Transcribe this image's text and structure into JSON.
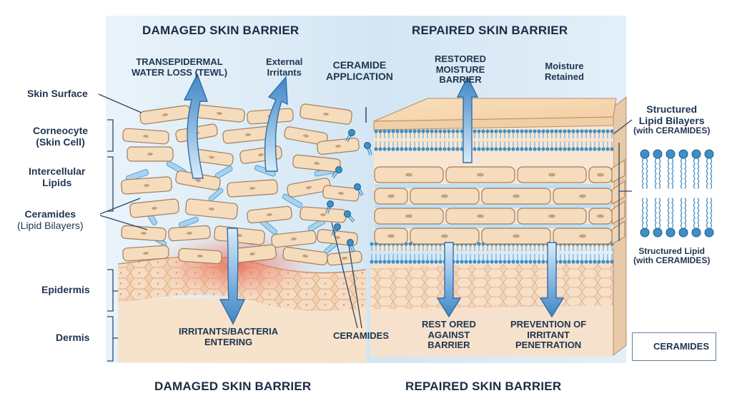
{
  "top_titles": {
    "damaged": "DAMAGED SKIN BARRIER",
    "repaired": "REPAIRED SKIN BARRIER"
  },
  "bottom_titles": {
    "damaged": "DAMAGED SKIN BARRIER",
    "repaired": "REPAIRED SKIN BARRIER"
  },
  "left_labels": {
    "skin_surface": "Skin Surface",
    "corneocyte_line1": "Corneocyte",
    "corneocyte_line2": "(Skin Cell)",
    "intercellular_line1": "Intercellular",
    "intercellular_line2": "Lipids",
    "ceramides_line1": "Ceramides",
    "ceramides_line2": "(Lipid Bilayers)",
    "epidermis": "Epidermis",
    "dermis": "Dermis"
  },
  "damaged_callouts": {
    "tewl_line1": "TRANSEPIDERMAL",
    "tewl_line2": "WATER LOSS (TEWL)",
    "irritants_line1": "External",
    "irritants_line2": "Irritants",
    "entering_line1": "IRRITANTS/BACTERIA",
    "entering_line2": "ENTERING"
  },
  "middle_callouts": {
    "application_line1": "CERAMIDE",
    "application_line2": "APPLICATION",
    "ceramides": "CERAMIDES"
  },
  "repaired_callouts": {
    "moisture_line1": "RESTORED",
    "moisture_line2": "MOISTURE",
    "moisture_line3": "BARRIER",
    "retained_line1": "Moisture",
    "retained_line2": "Retained",
    "restored_line1": "REST ORED",
    "restored_line2": "AGAINST",
    "restored_line3": "BARRIER",
    "prevention_line1": "PREVENTION OF",
    "prevention_line2": "IRRITANT",
    "prevention_line3": "PENETRATION"
  },
  "right_labels": {
    "bilayer_line1": "Structured",
    "bilayer_line2": "Lipid Bilayers",
    "bilayer_line3": "(with CERAMIDES)",
    "lipid_line1": "Structured Lipid",
    "lipid_line2": "(with CERAMIDES)"
  },
  "legend": {
    "label": "CERAMIDES",
    "icon": "ceramide-molecule-icon"
  },
  "colors": {
    "panel_bg": "#dcecf7",
    "cell_fill": "#f5dcbc",
    "cell_stroke": "#a27d5b",
    "lipid_blue": "#3f8fc4",
    "arrow_blue": "#4a8fcc",
    "inflamed_red": "#e8695a",
    "epidermis": "#f3d2b4",
    "dermis": "#f7e4cd",
    "text": "#1f3550"
  }
}
